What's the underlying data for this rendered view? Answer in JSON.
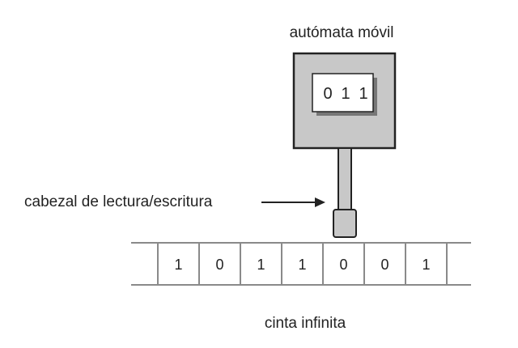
{
  "labels": {
    "automaton": "autómata móvil",
    "head": "cabezal de lectura/escritura",
    "tape": "cinta infinita"
  },
  "automaton_state": {
    "digits": [
      "0",
      "1",
      "1"
    ]
  },
  "tape": {
    "cells": [
      "1",
      "0",
      "1",
      "1",
      "0",
      "0",
      "1"
    ]
  },
  "colors": {
    "box_fill": "#c8c8c8",
    "stroke": "#222222",
    "tape_line": "#8a8a8a",
    "display_fill": "#ffffff"
  }
}
